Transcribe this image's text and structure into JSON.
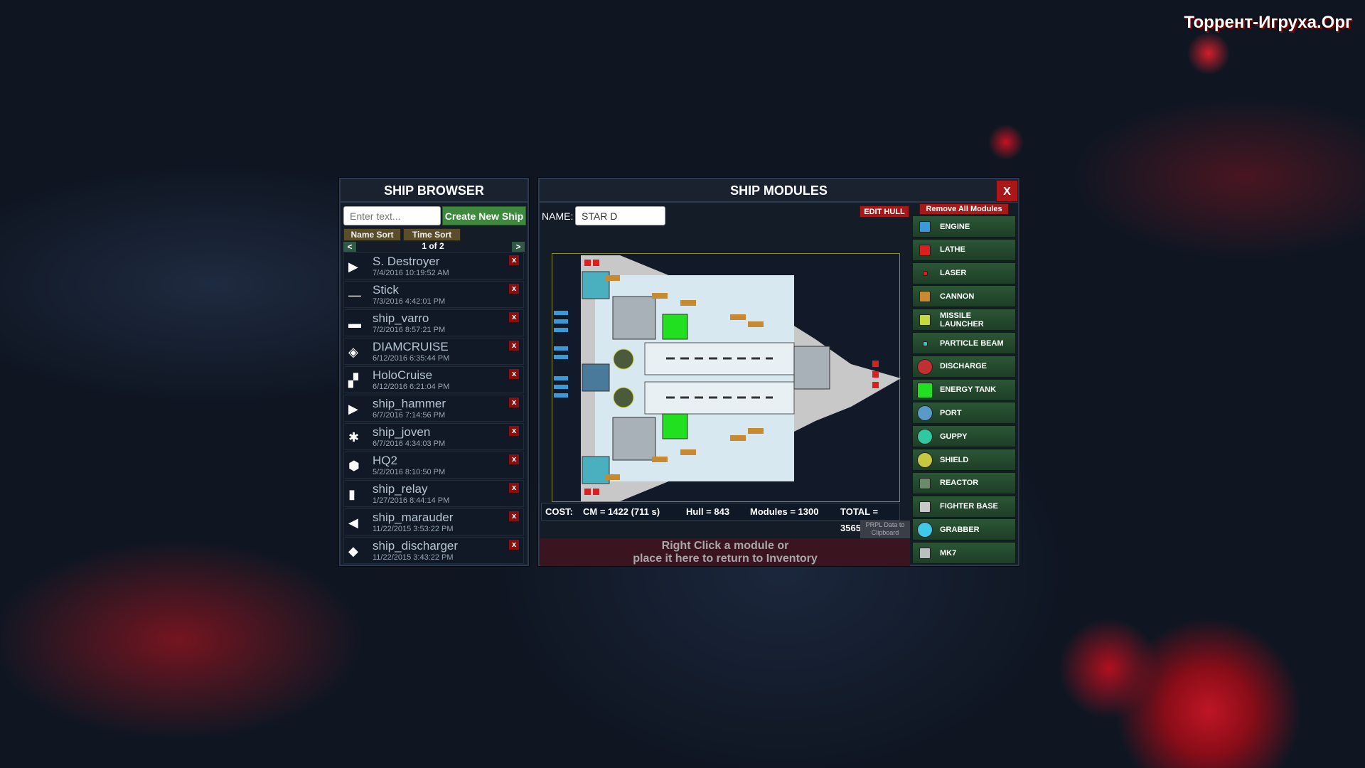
{
  "watermark": "Торрент-Игруха.Орг",
  "browser": {
    "title": "SHIP BROWSER",
    "search_placeholder": "Enter text...",
    "create_label": "Create New Ship",
    "name_sort": "Name Sort",
    "time_sort": "Time Sort",
    "prev": "<",
    "next": ">",
    "page": "1 of 2",
    "delete_label": "x",
    "ships": [
      {
        "name": "S. Destroyer",
        "date": "7/4/2016 10:19:52 AM",
        "icon": "▶"
      },
      {
        "name": "Stick",
        "date": "7/3/2016 4:42:01 PM",
        "icon": "—"
      },
      {
        "name": "ship_varro",
        "date": "7/2/2016 8:57:21 PM",
        "icon": "▬"
      },
      {
        "name": "DIAMCRUISE",
        "date": "6/12/2016 6:35:44 PM",
        "icon": "◈"
      },
      {
        "name": "HoloCruise",
        "date": "6/12/2016 6:21:04 PM",
        "icon": "▞"
      },
      {
        "name": "ship_hammer",
        "date": "6/7/2016 7:14:56 PM",
        "icon": "▶"
      },
      {
        "name": "ship_joven",
        "date": "6/7/2016 4:34:03 PM",
        "icon": "✱"
      },
      {
        "name": "HQ2",
        "date": "5/2/2016 8:10:50 PM",
        "icon": "⬢"
      },
      {
        "name": "ship_relay",
        "date": "1/27/2016 8:44:14 PM",
        "icon": "▮"
      },
      {
        "name": "ship_marauder",
        "date": "11/22/2015 3:53:22 PM",
        "icon": "◀"
      },
      {
        "name": "ship_discharger",
        "date": "11/22/2015 3:43:22 PM",
        "icon": "◆"
      }
    ]
  },
  "modules": {
    "title": "SHIP MODULES",
    "close": "X",
    "name_label": "NAME:",
    "name_value": "STAR D",
    "edit_hull": "EDIT HULL",
    "remove_all": "Remove All Modules",
    "cost": {
      "label": "COST:",
      "cm": "CM = 1422 (711 s)",
      "hull": "Hull = 843",
      "modules": "Modules = 1300",
      "total": "TOTAL = 3565"
    },
    "prpl": "PRPL Data to Clipboard",
    "drop_line1": "Right Click a module or",
    "drop_line2": "place it here to return to Inventory",
    "list": [
      {
        "label": "ENGINE",
        "icon": "engine",
        "color": "#3a9ad8"
      },
      {
        "label": "LATHE",
        "icon": "lathe",
        "color": "#d82020"
      },
      {
        "label": "LASER",
        "icon": "laser",
        "color": "#d82020"
      },
      {
        "label": "CANNON",
        "icon": "cannon",
        "color": "#c88a30"
      },
      {
        "label": "MISSILE LAUNCHER",
        "icon": "missile",
        "color": "#c8d840"
      },
      {
        "label": "PARTICLE BEAM",
        "icon": "particle",
        "color": "#30c8c8"
      },
      {
        "label": "DISCHARGE",
        "icon": "discharge",
        "color": "#c03030"
      },
      {
        "label": "ENERGY TANK",
        "icon": "energy-tank",
        "color": "#20e020"
      },
      {
        "label": "PORT",
        "icon": "port",
        "color": "#5a9ac8"
      },
      {
        "label": "GUPPY",
        "icon": "guppy",
        "color": "#30c8a0"
      },
      {
        "label": "SHIELD",
        "icon": "shield",
        "color": "#c8c840"
      },
      {
        "label": "REACTOR",
        "icon": "reactor",
        "color": "#6a8a6a"
      },
      {
        "label": "FIGHTER BASE",
        "icon": "fighter-base",
        "color": "#c8c8c8"
      },
      {
        "label": "GRABBER",
        "icon": "grabber",
        "color": "#40c8e8"
      },
      {
        "label": "MK7",
        "icon": "mk7",
        "color": "#b8c0c0"
      }
    ]
  }
}
